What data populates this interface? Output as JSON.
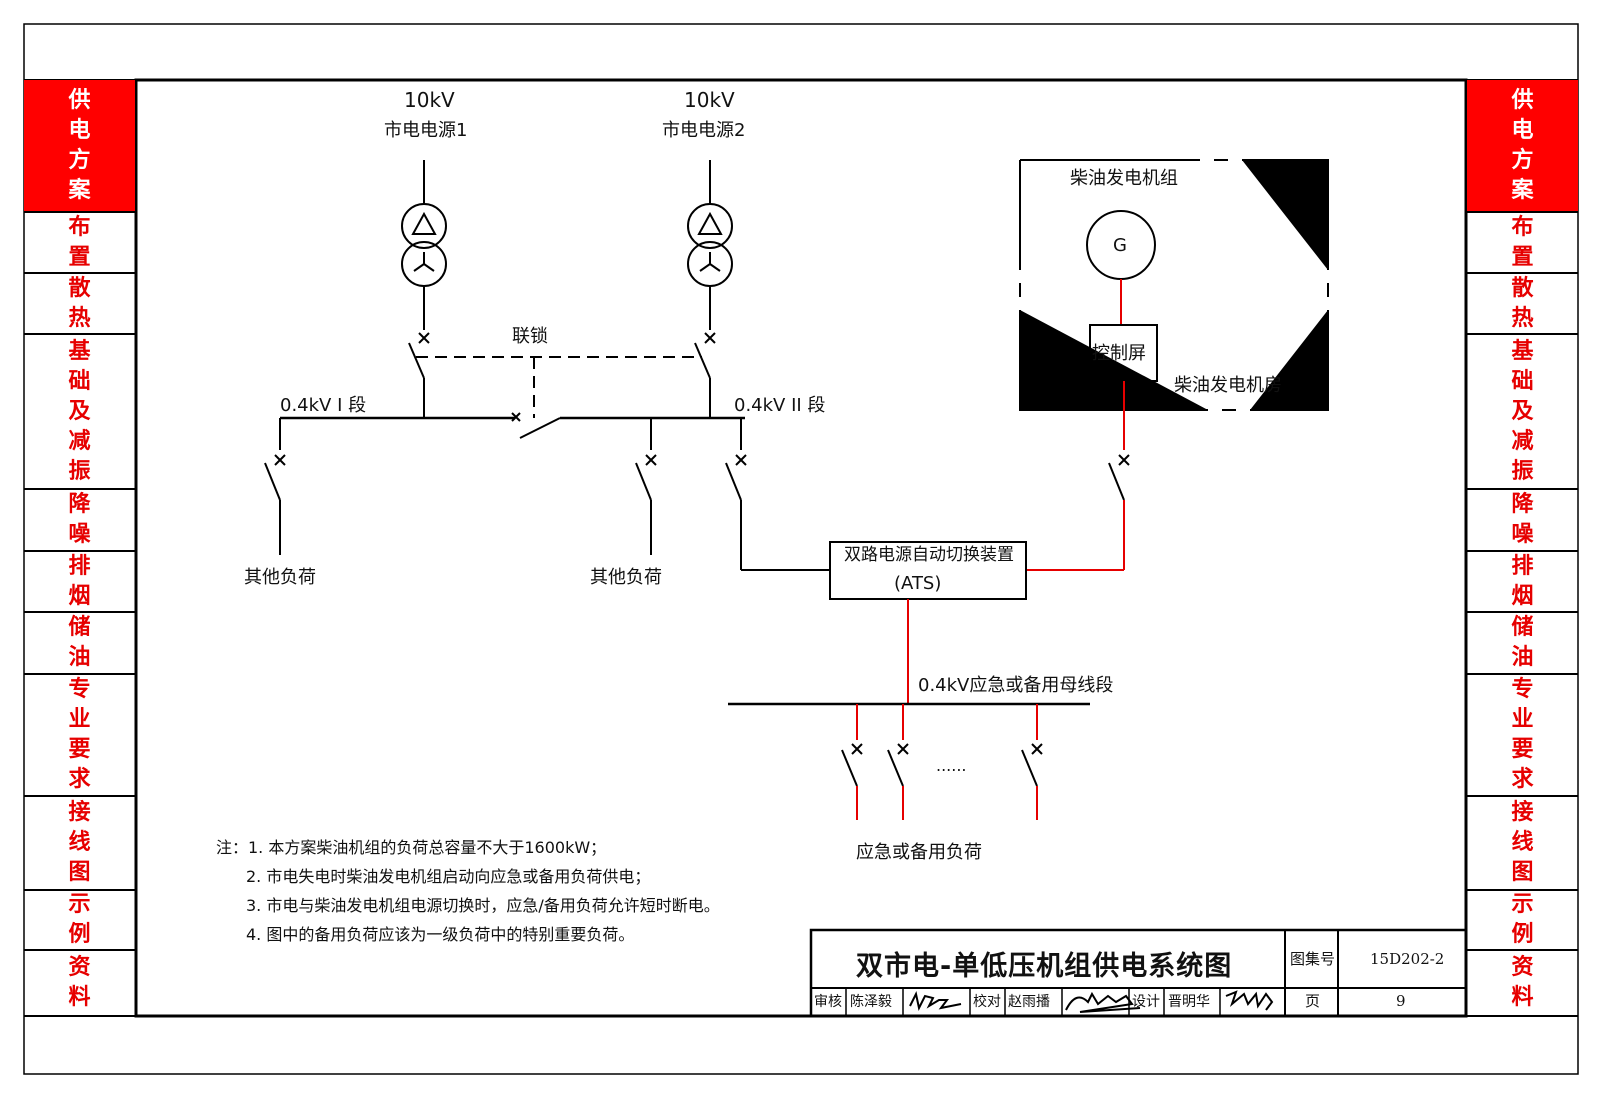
{
  "sidebar": {
    "tabs": [
      {
        "label": "供电方案",
        "active": true
      },
      {
        "label": "布置",
        "active": false
      },
      {
        "label": "散热",
        "active": false
      },
      {
        "label": "基础及减振",
        "active": false
      },
      {
        "label": "降噪",
        "active": false
      },
      {
        "label": "排烟",
        "active": false
      },
      {
        "label": "储油",
        "active": false
      },
      {
        "label": "专业要求",
        "active": false
      },
      {
        "label": "接线图",
        "active": false
      },
      {
        "label": "示例",
        "active": false
      },
      {
        "label": "资料",
        "active": false
      }
    ]
  },
  "diagram": {
    "source1_voltage": "10kV",
    "source1_name": "市电电源1",
    "source2_voltage": "10kV",
    "source2_name": "市电电源2",
    "interlock": "联锁",
    "bus1": "0.4kV  I 段",
    "bus2": "0.4kV  II 段",
    "other_load_1": "其他负荷",
    "other_load_2": "其他负荷",
    "genset_label": "柴油发电机组",
    "generator_symbol": "G",
    "control_panel": "控制屏",
    "genroom_label": "柴油发电机房",
    "ats_line1": "双路电源自动切换装置",
    "ats_line2": "(ATS)",
    "emergency_bus": "0.4kV应急或备用母线段",
    "ellipsis": "......",
    "emergency_load": "应急或备用负荷"
  },
  "notes": [
    "注：1. 本方案柴油机组的负荷总容量不大于1600kW；",
    "2. 市电失电时柴油发电机组启动向应急或备用负荷供电；",
    "3. 市电与柴油发电机组电源切换时，应急/备用负荷允许短时断电。",
    "4. 图中的备用负荷应该为一级负荷中的特别重要负荷。"
  ],
  "title_block": {
    "title": "双市电-单低压机组供电系统图",
    "atlas_label": "图集号",
    "atlas_no": "15D202-2",
    "page_label": "页",
    "page_no": "9",
    "review_label": "审核",
    "reviewer": "陈泽毅",
    "check_label": "校对",
    "checker": "赵雨播",
    "design_label": "设计",
    "designer": "晋明华"
  },
  "colors": {
    "accent_red": "#ff0000",
    "text_red": "#e60000",
    "line_black": "#000000",
    "emergency_line": "#e60000"
  }
}
